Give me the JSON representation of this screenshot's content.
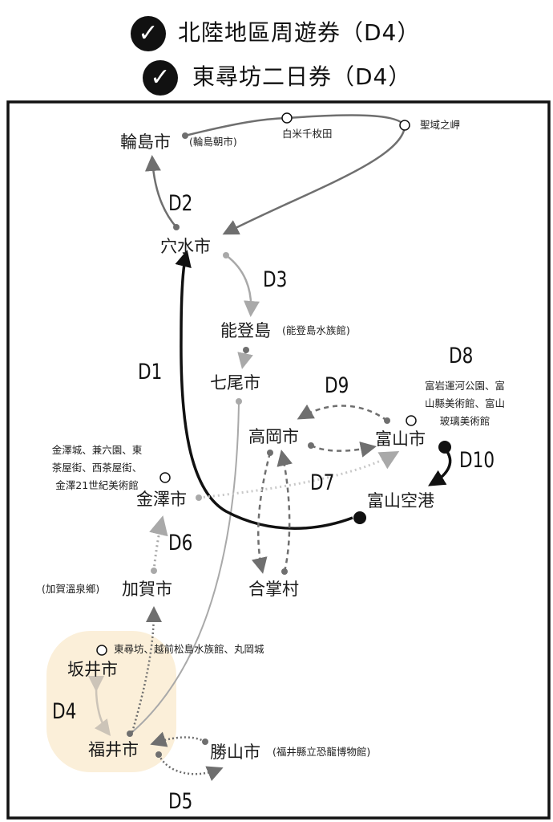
{
  "titles": [
    {
      "text": "北陸地區周遊券（D4）",
      "icon": "check-circle-icon"
    },
    {
      "text": "東尋坊二日券（D4）",
      "icon": "check-circle-icon"
    }
  ],
  "check_glyph": "✓",
  "cities": {
    "wajima": "輪島市",
    "anamizu": "穴水市",
    "notojima": "能登島",
    "nanao": "七尾市",
    "takaoka": "高岡市",
    "toyama": "富山市",
    "toyama_airport": "富山空港",
    "kanazawa": "金澤市",
    "kaga": "加賀市",
    "gassho": "合掌村",
    "sakai": "坂井市",
    "fukui": "福井市",
    "katsuyama": "勝山市"
  },
  "notes": {
    "wajima": "(輪島朝市)",
    "shiroyone": "白米千枚田",
    "seiiki": "聖域之岬",
    "notojima": "(能登島水族館)",
    "toyama": [
      "富岩運河公園、富",
      "山縣美術館、富山",
      "玻璃美術館"
    ],
    "kanazawa": [
      "金澤城、兼六園、東",
      "茶屋街、西茶屋街、",
      "金澤21世紀美術館"
    ],
    "kaga": "(加賀溫泉鄉)",
    "sakai": "東尋坊、越前松島水族館、丸岡城",
    "katsuyama": "(福井縣立恐龍博物館)"
  },
  "days": {
    "d1": "D1",
    "d2": "D2",
    "d3": "D3",
    "d4": "D4",
    "d5": "D5",
    "d6": "D6",
    "d7": "D7",
    "d8": "D8",
    "d9": "D9",
    "d10": "D10"
  },
  "colors": {
    "highlight": "#fbefd9",
    "route_dark": "#111111",
    "route_gray": "#6f6f6f",
    "route_light": "#a9a9a9"
  }
}
